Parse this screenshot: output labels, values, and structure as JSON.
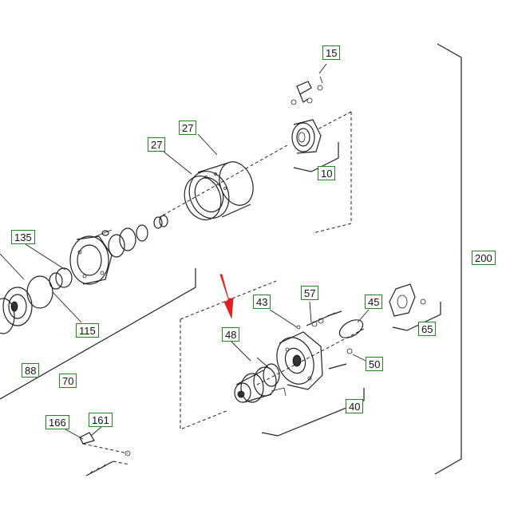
{
  "callouts": {
    "c15": "15",
    "c27a": "27",
    "c27b": "27",
    "c10": "10",
    "c135": "135",
    "c115": "115",
    "c88": "88",
    "c70": "70",
    "c200": "200",
    "c57": "57",
    "c43": "43",
    "c45": "45",
    "c65": "65",
    "c48": "48",
    "c50": "50",
    "c40": "40",
    "c166": "166",
    "c161": "161"
  },
  "colors": {
    "callout_border": "#1f8a1f",
    "arrow": "#e02020",
    "line": "#222222"
  },
  "icons": {
    "highlight_arrow": "red-arrow-icon"
  }
}
